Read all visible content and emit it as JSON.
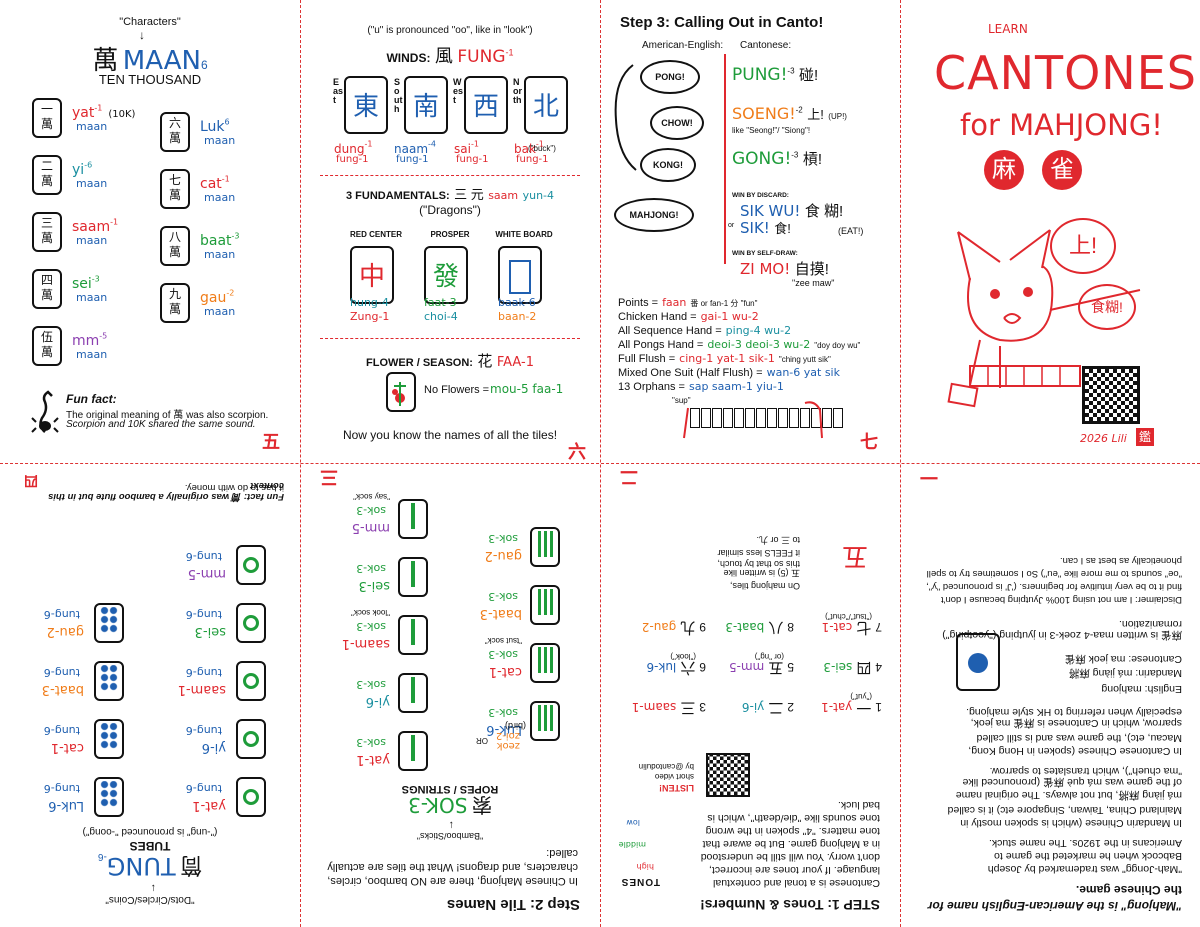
{
  "p1": {
    "chars_label": "\"Characters\"",
    "wan": "萬",
    "maan": "MAAN",
    "tone6": "6",
    "ten_thousand": "TEN THOUSAND",
    "tiles": [
      {
        "num": "一",
        "jy": "yat",
        "tn": "-1",
        "note": "(10K)"
      },
      {
        "num": "二",
        "jy": "yi",
        "tn": "-6",
        "note": ""
      },
      {
        "num": "三",
        "jy": "saam",
        "tn": "-1",
        "note": ""
      },
      {
        "num": "四",
        "jy": "sei",
        "tn": "-3",
        "note": ""
      },
      {
        "num": "伍",
        "jy": "mm",
        "tn": "-5",
        "note": ""
      },
      {
        "num": "六",
        "jy": "Luk",
        "tn": "6",
        "note": ""
      },
      {
        "num": "七",
        "jy": "cat",
        "tn": "-1",
        "note": ""
      },
      {
        "num": "八",
        "jy": "baat",
        "tn": "-3",
        "note": ""
      },
      {
        "num": "九",
        "jy": "gau",
        "tn": "-2",
        "note": ""
      }
    ],
    "maan_line": "maan",
    "fun_title": "Fun fact:",
    "fun_1": "The original meaning of 萬 was also scorpion.",
    "fun_2": "Scorpion and 10K shared the same sound.",
    "page": "五"
  },
  "p2": {
    "note": "(\"u\" is pronounced \"oo\", like in \"look\")",
    "winds_label": "WINDS:",
    "winds_char": "風",
    "winds_jy": "FUNG",
    "winds_tn": "-1",
    "dir_e": "East",
    "dir_s": "South",
    "dir_w": "West",
    "dir_n": "North",
    "winds": [
      {
        "ch": "東",
        "jy": "dung",
        "tn": "-1",
        "sub": "fung-1",
        "extra": ""
      },
      {
        "ch": "南",
        "jy": "naam",
        "tn": "-4",
        "sub": "fung-1",
        "extra": ""
      },
      {
        "ch": "西",
        "jy": "sai",
        "tn": "-1",
        "sub": "fung-1",
        "extra": ""
      },
      {
        "ch": "北",
        "jy": "bak",
        "tn": "-1",
        "sub": "fung-1",
        "extra": "(\"buck\")"
      }
    ],
    "fund_label": "3 FUNDAMENTALS:",
    "fund_char": "三 元",
    "fund_saam": "saam",
    "fund_yun": "yun-4",
    "dragons": "(\"Dragons\")",
    "drag": [
      {
        "label": "RED CENTER",
        "ch": "中",
        "jy1": "hung-4",
        "jy2": "Zung-1"
      },
      {
        "label": "PROSPER",
        "ch": "發",
        "jy1": "faat-3",
        "jy2": "choi-4"
      },
      {
        "label": "WHITE BOARD",
        "ch": "",
        "jy1": "baak-6",
        "jy2": "baan-2"
      }
    ],
    "flower_label": "FLOWER / SEASON:",
    "flower_char": "花",
    "flower_jy": "FAA-1",
    "no_flowers": "No Flowers =",
    "no_flowers_jy": "mou-5 faa-1",
    "closing": "Now you know the names of all the tiles!",
    "page": "六"
  },
  "p3": {
    "title": "Step 3: Calling Out in Canto!",
    "col_am": "American-English:",
    "col_ca": "Cantonese:",
    "bubbles": [
      "PONG!",
      "CHOW!",
      "KONG!",
      "MAHJONG!"
    ],
    "pung": "PUNG!",
    "pung_tn": "-3",
    "pung_ch": "碰!",
    "soeng": "SOENG!",
    "soeng_tn": "-2",
    "soeng_ch": "上!",
    "soeng_up": "(UP!)",
    "soeng_like": "like \"Seong!\"/ \"Siong\"!",
    "gong": "GONG!",
    "gong_tn": "-3",
    "gong_ch": "槓!",
    "win_discard": "WIN BY DISCARD:",
    "sik_wu": "SIK WU!",
    "sik_wu_ch": "食 糊!",
    "or": "or",
    "sik": "SIK!",
    "sik_ch": "食!",
    "eat": "(EAT!)",
    "win_self": "WIN BY SELF-DRAW:",
    "zi_mo": "ZI MO!",
    "zi_mo_ch": "自摸!",
    "zee_maw": "\"zee maw\"",
    "terms": [
      {
        "en": "Points =",
        "jy": "faan",
        "extra": "番 or fan-1 分 \"fun\""
      },
      {
        "en": "Chicken Hand =",
        "jy": "gai-1 wu-2",
        "extra": ""
      },
      {
        "en": "All Sequence Hand =",
        "jy": "ping-4 wu-2",
        "extra": ""
      },
      {
        "en": "All Pongs Hand =",
        "jy": "deoi-3 deoi-3 wu-2",
        "extra": "\"doy doy wu\""
      },
      {
        "en": "Full Flush =",
        "jy": "cing-1 yat-1 sik-1",
        "extra": "\"ching yutt sik\""
      },
      {
        "en": "Mixed One Suit (Half Flush) =",
        "jy": "wan-6 yat sik",
        "extra": ""
      },
      {
        "en": "13 Orphans =",
        "jy": "sap saam-1 yiu-1",
        "extra": ""
      }
    ],
    "sup": "\"sup\"",
    "page": "七"
  },
  "p4": {
    "learn": "LEARN",
    "cantonese": "CANTONESE",
    "for_mahjong": "for MAHJONG!",
    "ma": "麻",
    "jeuk": "雀",
    "bubble1": "上!",
    "bubble2": "食糊!",
    "credit": "2026 Lili",
    "seal": "鑑"
  },
  "p5": {
    "dots_label": "\"Dots/Circles/Coins\"",
    "tung_ch": "筒",
    "tung": "TUNG",
    "tung_tn": "-6",
    "tubes": "TUBES",
    "note": "(\"-ung\" is pronounced \"-oong\")",
    "col1": [
      {
        "jy": "yat-1",
        "sub": "tung-6"
      },
      {
        "jy": "yi-6",
        "sub": "tung-6"
      },
      {
        "jy": "saam-1",
        "sub": "tung-6"
      },
      {
        "jy": "sei-3",
        "sub": "tung-6"
      },
      {
        "jy": "mm-5",
        "sub": "tung-6"
      }
    ],
    "col2": [
      {
        "jy": "Luk-6",
        "sub": "tung-6"
      },
      {
        "jy": "cat-1",
        "sub": "tung-6"
      },
      {
        "jy": "baat-3",
        "sub": "tung-6"
      },
      {
        "jy": "gau-2",
        "sub": "tung-6"
      }
    ],
    "fun": "Fun fact: 筒 was originally a bamboo flute but in this context",
    "fun2": "it has to do with money.",
    "page": "四"
  },
  "p6": {
    "title": "Step 2: Tile Names",
    "intro1": "In Chinese Mahjong, there are NO bamboo, circles,",
    "intro2": "characters, and dragons! What the tiles are actually",
    "intro3": "called:",
    "bamboo_label": "\"Bamboo/Sticks\"",
    "sok_ch": "索",
    "sok": "SOK-3",
    "ropes": "ROPES / STRINGS",
    "bird": "(bird)",
    "zeok": "zeok",
    "zoi": "zoi-2",
    "or": "OR",
    "col1": [
      {
        "jy": "yat-1",
        "sub": "sok-3",
        "note": ""
      },
      {
        "jy": "yi-6",
        "sub": "sok-3",
        "note": ""
      },
      {
        "jy": "saam-1",
        "sub": "sok-3",
        "note": "\"look sock\""
      },
      {
        "jy": "sei-3",
        "sub": "sok-3",
        "note": ""
      },
      {
        "jy": "mm-5",
        "sub": "sok-3",
        "note": "\"say sock\""
      }
    ],
    "col2": [
      {
        "jy": "Luk-6",
        "sub": "sok-3",
        "note": ""
      },
      {
        "jy": "cat-1",
        "sub": "sok-3",
        "note": "\"tsut sock\""
      },
      {
        "jy": "baat-3",
        "sub": "sok-3",
        "note": ""
      },
      {
        "jy": "gau-2",
        "sub": "sok-3",
        "note": ""
      }
    ],
    "page": "三"
  },
  "p7": {
    "title": "STEP 1: Tones & Numbers!",
    "p1": "Cantonese is a tonal and contextual",
    "p2": "language. If your tones are incorrect,",
    "p3": "don't worry. You will still be understood",
    "p4": "in a Mahjong game. But be aware that",
    "p5": "tone matters. \"4\" spoken in the wrong",
    "p6": "tone sounds like \"die/death\", which is",
    "p7": "bad luck.",
    "tones": "TONES",
    "t_high": "high",
    "t_mid": "middle",
    "t_low": "low",
    "listen": "LISTEN!",
    "short_video": "short video",
    "by": "by @cantodulin",
    "nums": [
      {
        "d": "1",
        "ch": "一",
        "jy": "yat-1",
        "note": "(\"yut\")"
      },
      {
        "d": "2",
        "ch": "二",
        "jy": "yi-6",
        "note": ""
      },
      {
        "d": "3",
        "ch": "三",
        "jy": "saam-1",
        "note": ""
      },
      {
        "d": "4",
        "ch": "四",
        "jy": "sei-3",
        "note": ""
      },
      {
        "d": "5",
        "ch": "五",
        "jy": "mm-5",
        "note": "(or \"ng\")"
      },
      {
        "d": "6",
        "ch": "六",
        "jy": "luk-6",
        "note": "(\"look\")"
      },
      {
        "d": "7",
        "ch": "七",
        "jy": "cat-1",
        "note": "(\"tsut\"/\"chut\")"
      },
      {
        "d": "8",
        "ch": "八",
        "jy": "baat-3",
        "note": ""
      },
      {
        "d": "9",
        "ch": "九",
        "jy": "gau-2",
        "note": ""
      }
    ],
    "tile_note1": "On mahjong tiles,",
    "tile_note2": "五 (5) is written like",
    "tile_note3": "this so that by touch,",
    "tile_note4": "it FEELS less similar",
    "tile_note5": "to 三 or 九.",
    "page": "二"
  },
  "p8": {
    "h1": "\"Mahjong\" is the American-English name for",
    "h2": "the Chinese game.",
    "b1": "\"Mah-Jongg\" was trademarked by Joseph",
    "b2": "Babcock when he marketed the game to",
    "b3": "Americans in the 1920s. The name stuck.",
    "b4": "In Mandarin Chinese (which is spoken mostly in",
    "b5": "Mainland China, Taiwan, Singapore etc) it is called",
    "b6": "má jiàng 麻將, but not always. The original name",
    "b7": "of the game was má què 麻雀 (pronounced like",
    "b8": "\"ma chueh\"), which translates to sparrow.",
    "b9": "In Cantonese Chinese (spoken in Hong Kong,",
    "b10": "Macau, etc), the game was and is still called",
    "b11": "sparrow, which in Cantonese is 麻雀 ma jeok,",
    "b12": "especially when referring to HK style mahjong.",
    "en": "English: mahjong",
    "man": "Mandarin: má jiàng 麻將",
    "can": "Cantonese: ma jeok 麻雀",
    "jy1": "麻雀 is written maa-4 zoek-3 in jyutping (\"yootping\")",
    "jy2": "romanization.",
    "d1": "Disclaimer: I am not using 100% Jyutping because I don't",
    "d2": "find it to be very intuitive for beginners. ('J' is pronounced \"y\",",
    "d3": "\"oe\" sounds to me more like \"eu\") So I sometimes try to spell",
    "d4": "phonetically as best as I can.",
    "page": "一"
  }
}
